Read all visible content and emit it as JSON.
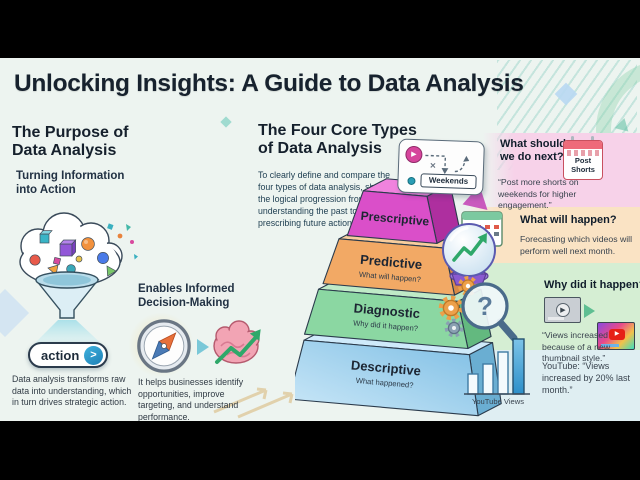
{
  "title": "Unlocking Insights: A Guide to Data Analysis",
  "purpose": {
    "heading": "The Purpose of Data Analysis",
    "subheading": "Turning Information into Action",
    "action_button": "action",
    "description": "Data analysis transforms raw data into understanding, which in turn drives strategic action."
  },
  "decision": {
    "heading": "Enables Informed Decision-Making",
    "description": "It helps businesses identify opportunities, improve targeting, and understand performance."
  },
  "four_types": {
    "heading": "The Four Core Types of Data Analysis",
    "description": "To clearly define and compare the four types of data analysis, showing the logical progression from understanding the past to prescribing future actions."
  },
  "pyramid": {
    "flow_card_label": "Weekends",
    "chart_caption": "YouTube Views",
    "levels": [
      {
        "name": "Prescriptive",
        "question": ""
      },
      {
        "name": "Predictive",
        "question": "What will happen?"
      },
      {
        "name": "Diagnostic",
        "question": "Why did it happen?"
      },
      {
        "name": "Descriptive",
        "question": "What happened?"
      }
    ]
  },
  "callouts": {
    "prescriptive": {
      "heading": "What should we do next?",
      "icon_text": "Post Shorts",
      "quote": "“Post more shorts on weekends for higher engagement.”"
    },
    "predictive": {
      "heading": "What will happen?",
      "text": "Forecasting which videos will perform well next month."
    },
    "diagnostic": {
      "heading": "Why did it happen?",
      "quote": "“Views increased because of a new thumbnail style.”"
    },
    "descriptive": {
      "text": "YouTube: “Views increased by 20% last month.”"
    }
  },
  "colors": {
    "prescriptive": "#d94fc9",
    "predictive": "#f2a965",
    "diagnostic": "#8bd7a2",
    "descriptive": "#9fd2ee",
    "accent_blue": "#2e9fd6"
  }
}
